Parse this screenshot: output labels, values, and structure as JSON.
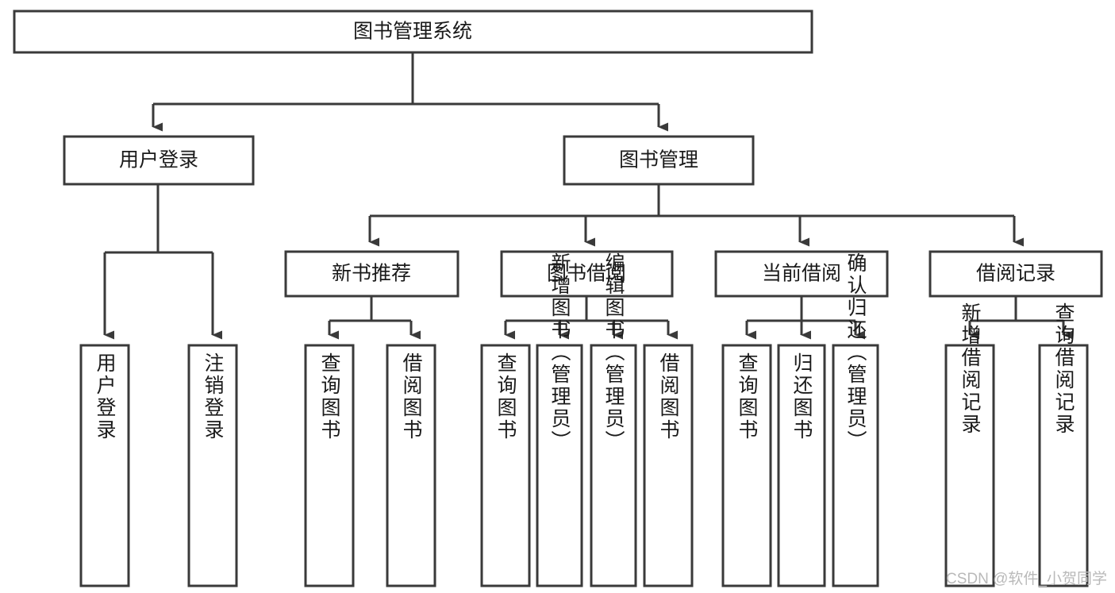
{
  "diagram": {
    "type": "tree",
    "title": "图书管理系统",
    "watermark": "CSDN @软件_小贺同学",
    "colors": {
      "background": "#ffffff",
      "box_fill": "#ffffff",
      "box_stroke": "#3a3a3a",
      "text": "#1a1a1a",
      "watermark": "#b9b9b9"
    },
    "levels": {
      "root": "图书管理系统",
      "level2": [
        "用户登录",
        "图书管理"
      ],
      "level3": [
        "新书推荐",
        "图书借阅",
        "当前借阅",
        "借阅记录"
      ]
    },
    "nodes": {
      "root": {
        "label": "图书管理系统",
        "orientation": "horizontal"
      },
      "n_user_login": {
        "label": "用户登录",
        "orientation": "horizontal"
      },
      "n_book_manage": {
        "label": "图书管理",
        "orientation": "horizontal"
      },
      "n_new_book_rec": {
        "label": "新书推荐",
        "orientation": "horizontal"
      },
      "n_book_borrow": {
        "label": "图书借阅",
        "orientation": "horizontal"
      },
      "n_current_borrow": {
        "label": "当前借阅",
        "orientation": "horizontal"
      },
      "n_borrow_record": {
        "label": "借阅记录",
        "orientation": "horizontal"
      },
      "l_user_login": {
        "label": "用户登录",
        "orientation": "vertical"
      },
      "l_user_logout": {
        "label": "注销登录",
        "orientation": "vertical"
      },
      "l_rec_query": {
        "label": "查询图书",
        "orientation": "vertical"
      },
      "l_rec_borrow": {
        "label": "借阅图书",
        "orientation": "vertical"
      },
      "l_brw_query": {
        "label": "查询图书",
        "orientation": "vertical"
      },
      "l_brw_add": {
        "label": "新增图书（管理员）",
        "orientation": "vertical"
      },
      "l_brw_edit": {
        "label": "编辑图书（管理员）",
        "orientation": "vertical"
      },
      "l_brw_borrow": {
        "label": "借阅图书",
        "orientation": "vertical"
      },
      "l_cur_query": {
        "label": "查询图书",
        "orientation": "vertical"
      },
      "l_cur_return": {
        "label": "归还图书",
        "orientation": "vertical"
      },
      "l_cur_confirm": {
        "label": "确认归还（管理员）",
        "orientation": "vertical"
      },
      "l_rec_add": {
        "label": "新增借阅记录",
        "orientation": "vertical"
      },
      "l_rec_search": {
        "label": "查询借阅记录",
        "orientation": "vertical"
      }
    },
    "groups": [
      {
        "parent": "用户登录",
        "children": [
          "用户登录",
          "注销登录"
        ]
      },
      {
        "parent": "新书推荐",
        "children": [
          "查询图书",
          "借阅图书"
        ]
      },
      {
        "parent": "图书借阅",
        "children": [
          "查询图书",
          "新增图书（管理员）",
          "编辑图书（管理员）",
          "借阅图书"
        ]
      },
      {
        "parent": "当前借阅",
        "children": [
          "查询图书",
          "归还图书",
          "确认归还（管理员）"
        ]
      },
      {
        "parent": "借阅记录",
        "children": [
          "新增借阅记录",
          "查询借阅记录"
        ]
      }
    ]
  }
}
